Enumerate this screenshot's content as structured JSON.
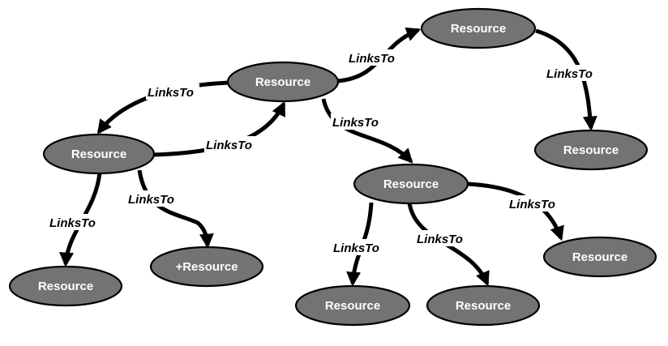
{
  "colors": {
    "node_fill": "#737373",
    "node_stroke": "#000000",
    "node_text": "#ffffff",
    "edge": "#000000",
    "background": "#ffffff"
  },
  "nodes": [
    {
      "id": "n-top-center",
      "label": "Resource"
    },
    {
      "id": "n-top-right",
      "label": "Resource"
    },
    {
      "id": "n-right-mid",
      "label": "Resource"
    },
    {
      "id": "n-left",
      "label": "Resource"
    },
    {
      "id": "n-center",
      "label": "Resource"
    },
    {
      "id": "n-left-bottom",
      "label": "Resource"
    },
    {
      "id": "n-plus",
      "label": "+Resource"
    },
    {
      "id": "n-far-right",
      "label": "Resource"
    },
    {
      "id": "n-bottom-center-left",
      "label": "Resource"
    },
    {
      "id": "n-bottom-center-right",
      "label": "Resource"
    }
  ],
  "edges": [
    {
      "from": "n-top-center",
      "to": "n-top-right",
      "label": "LinksTo"
    },
    {
      "from": "n-top-center",
      "to": "n-left",
      "label": "LinksTo"
    },
    {
      "from": "n-left",
      "to": "n-top-center",
      "label": "LinksTo"
    },
    {
      "from": "n-top-center",
      "to": "n-center",
      "label": "LinksTo"
    },
    {
      "from": "n-top-right",
      "to": "n-right-mid",
      "label": "LinksTo"
    },
    {
      "from": "n-left",
      "to": "n-left-bottom",
      "label": "LinksTo"
    },
    {
      "from": "n-left",
      "to": "n-plus",
      "label": "LinksTo"
    },
    {
      "from": "n-center",
      "to": "n-far-right",
      "label": "LinksTo"
    },
    {
      "from": "n-center",
      "to": "n-bottom-center-left",
      "label": "LinksTo"
    },
    {
      "from": "n-center",
      "to": "n-bottom-center-right",
      "label": "LinksTo"
    }
  ]
}
